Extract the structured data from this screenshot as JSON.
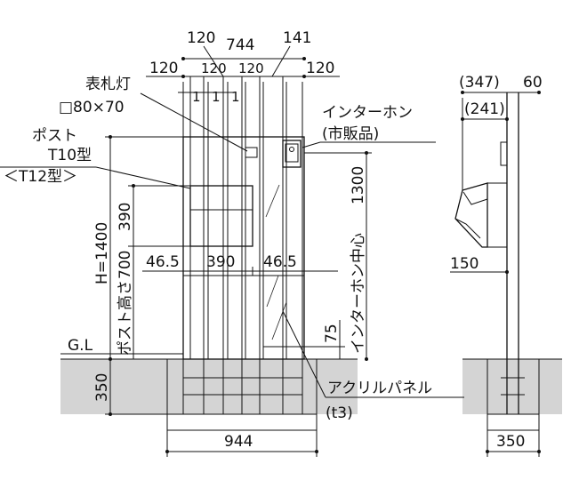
{
  "front": {
    "top_dims": {
      "left_120": "120",
      "total_744": "744",
      "right_141": "141",
      "outer_left_120": "120",
      "inner_120_a": "120",
      "inner_120_b": "120",
      "outer_right_120": "120",
      "slat_1a": "1",
      "slat_1b": "1",
      "slat_1c": "1"
    },
    "nameplate": {
      "label": "表札灯",
      "size": "□80×70"
    },
    "post": {
      "line1": "ポスト",
      "line2": "T10型",
      "line3": "＜T12型＞"
    },
    "intercom": {
      "line1": "インターホン",
      "line2": "(市販品)"
    },
    "dims": {
      "height": "H=1400",
      "post_390": "390",
      "post_700": "700",
      "post_height_label": "ポスト高さ",
      "w_46_5_left": "46.5",
      "w_390": "390",
      "w_46_5_right": "46.5",
      "intercom_1300": "1300",
      "intercom_center": "インターホン中心",
      "d_75": "75",
      "gl": "G.L",
      "base_350": "350",
      "base_944": "944"
    },
    "panel": {
      "label": "アクリルパネル",
      "thickness": "(t3)"
    }
  },
  "side": {
    "d_347": "(347)",
    "d_60": "60",
    "d_241": "(241)",
    "d_150": "150",
    "d_350": "350"
  },
  "colors": {
    "ground": "#d4d4d4",
    "line": "#111111",
    "background": "#ffffff"
  }
}
